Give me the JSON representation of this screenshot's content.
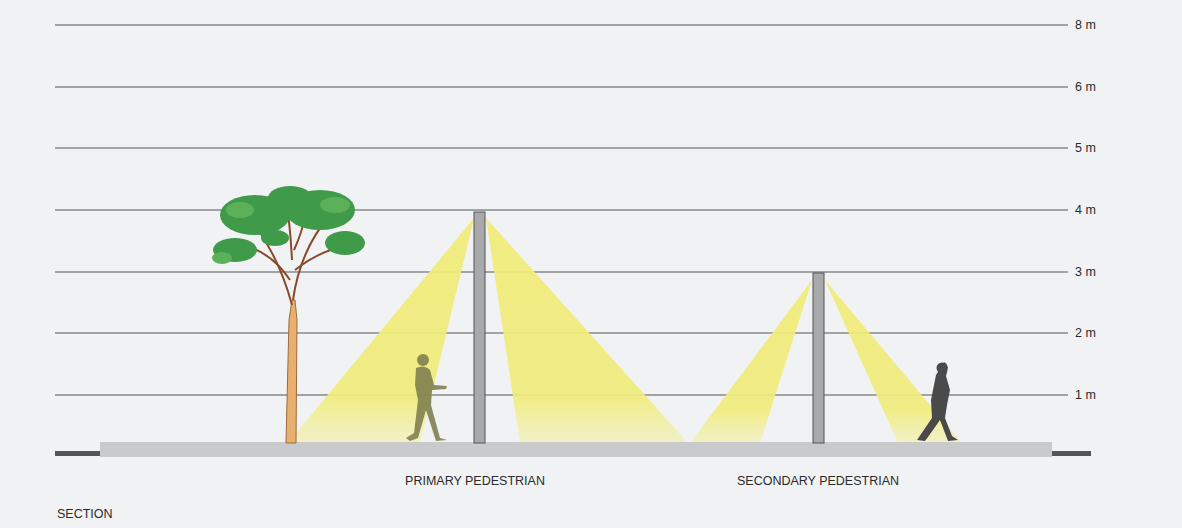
{
  "diagram": {
    "labels": [
      "8 m",
      "6 m",
      "5 m",
      "4 m",
      "3 m",
      "2 m",
      "1 m",
      "PRIMARY PEDESTRIAN",
      "SECONDARY PEDESTRIAN",
      "SECTION"
    ]
  }
}
